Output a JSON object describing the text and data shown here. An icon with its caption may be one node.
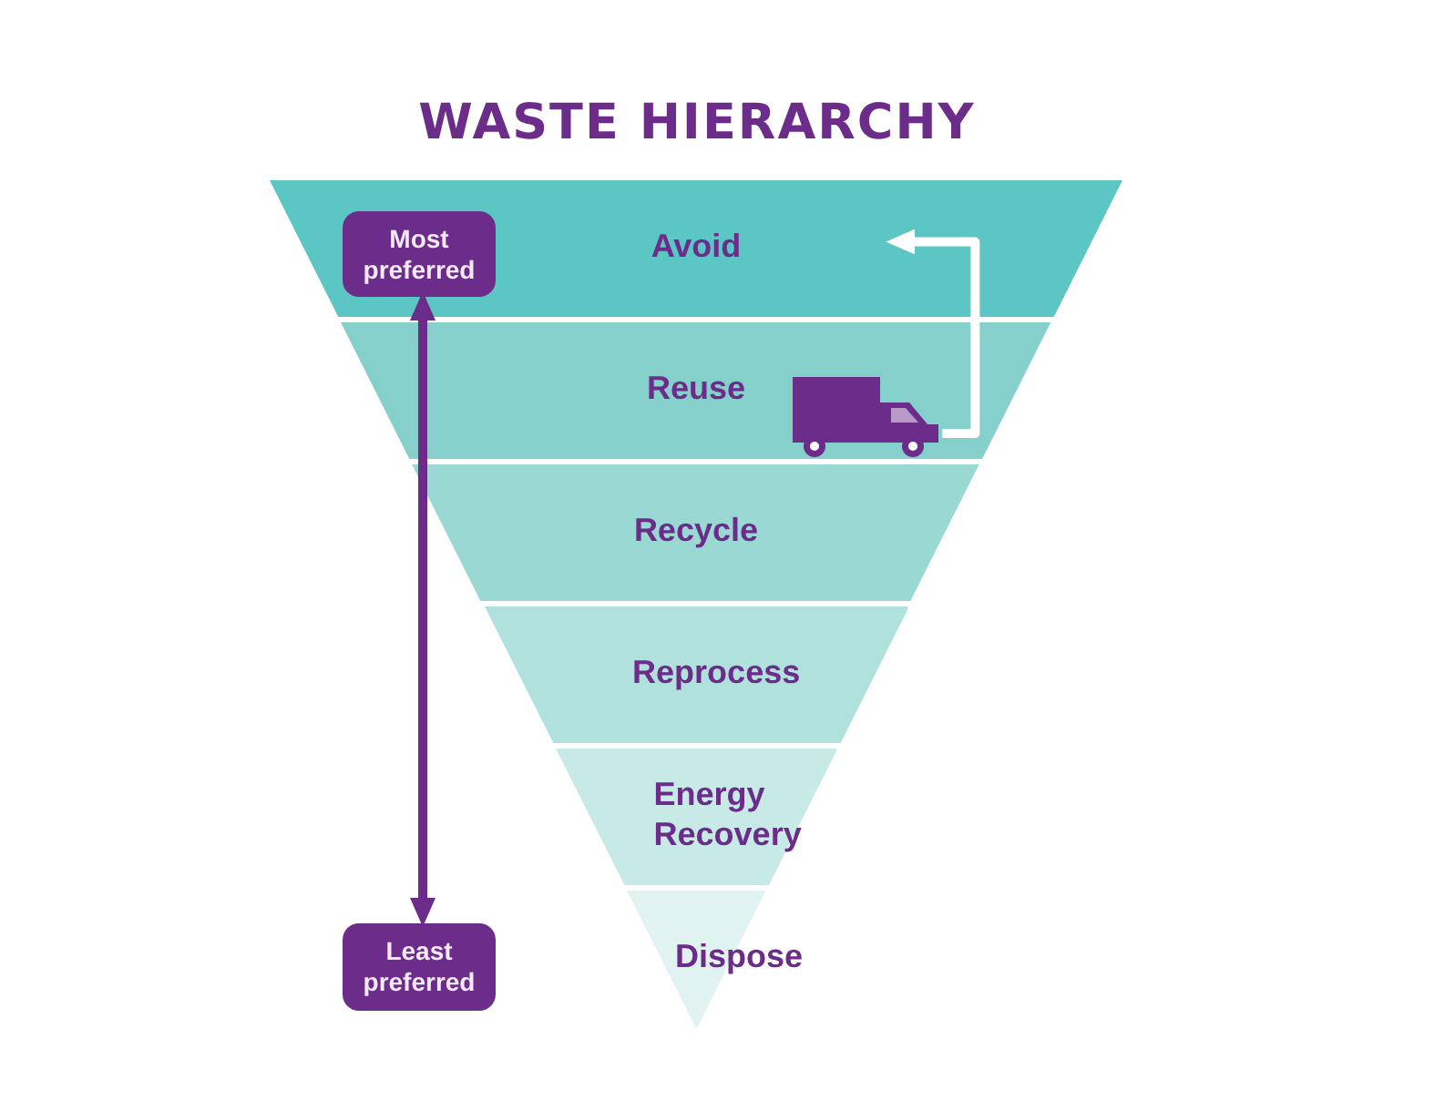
{
  "diagram": {
    "title": "WASTE HIERARCHY",
    "nodes": [
      {
        "text": [
          "Avoid"
        ]
      },
      {
        "text": [
          "Reuse"
        ]
      },
      {
        "text": [
          "Recycle"
        ]
      },
      {
        "text": [
          "Reprocess"
        ]
      },
      {
        "text": [
          "Energy Recovery"
        ]
      },
      {
        "text": [
          "Dispose"
        ]
      },
      {
        "text": [
          "Most preferred"
        ],
        "in": 0
      },
      {
        "text": [
          "Least preferred"
        ]
      },
      {
        "text": [],
        "shape": "picture",
        "in": 1
      }
    ],
    "edges": [
      {
        "from": 6,
        "to": 7,
        "arrow": "both"
      },
      {
        "from": 8,
        "to": 0,
        "arrow": "to",
        "color": "#ffffff"
      }
    ]
  }
}
